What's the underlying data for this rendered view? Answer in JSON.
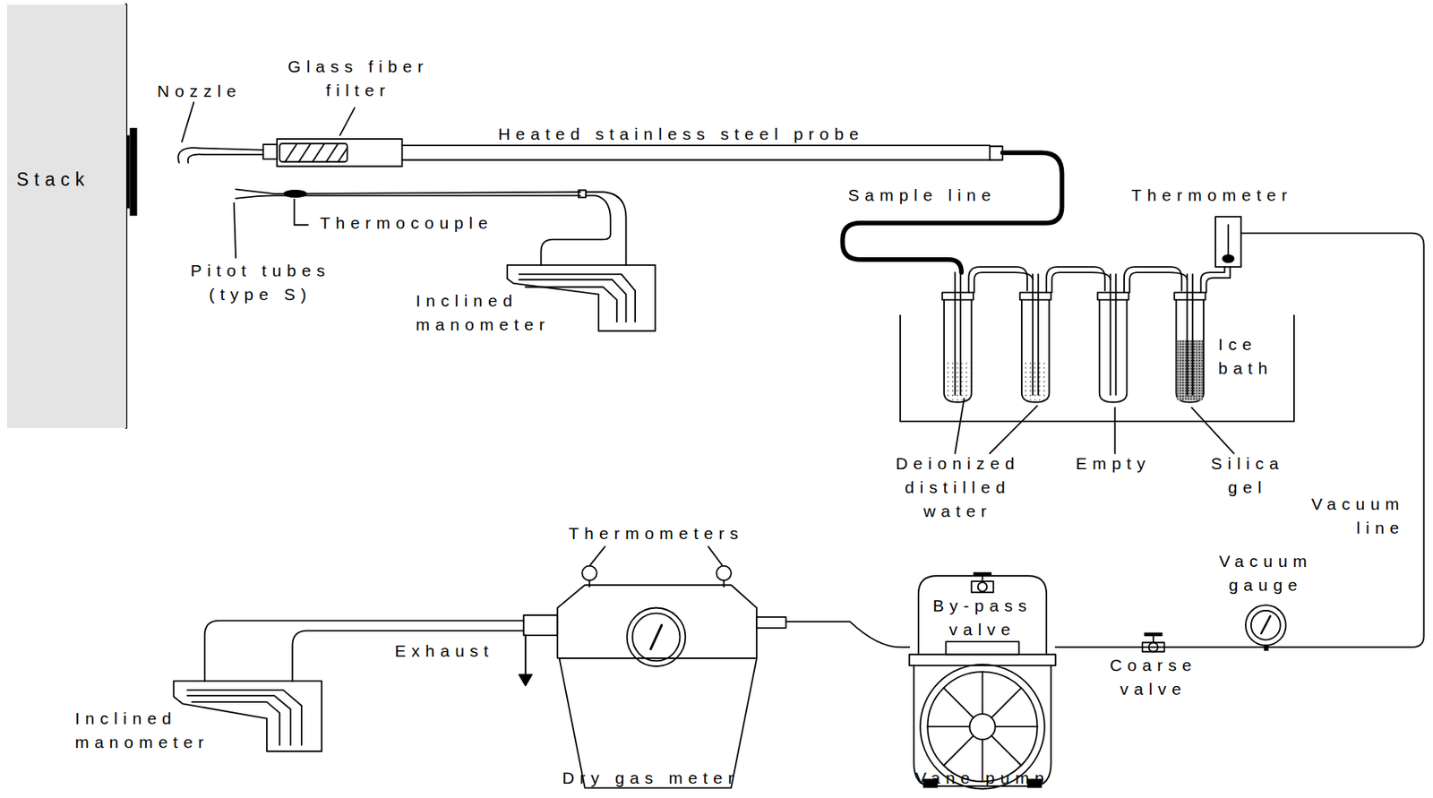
{
  "diagram": {
    "nodes": [
      {
        "text": [
          "Stack"
        ]
      }
    ],
    "labels": [
      "Nozzle",
      "Glass fiber filter",
      "Heated stainless steel probe",
      "Thermocouple",
      "Pitot tubes (type S)",
      "Inclined manometer",
      "Sample line",
      "Thermometer",
      "Ice bath",
      "Deionized distilled water",
      "Empty",
      "Silica gel",
      "Vacuum line",
      "Vacuum gauge",
      "Thermometers",
      "By-pass valve",
      "Coarse valve",
      "Exhaust",
      "Inclined manometer",
      "Dry gas meter",
      "Vane pump"
    ]
  }
}
